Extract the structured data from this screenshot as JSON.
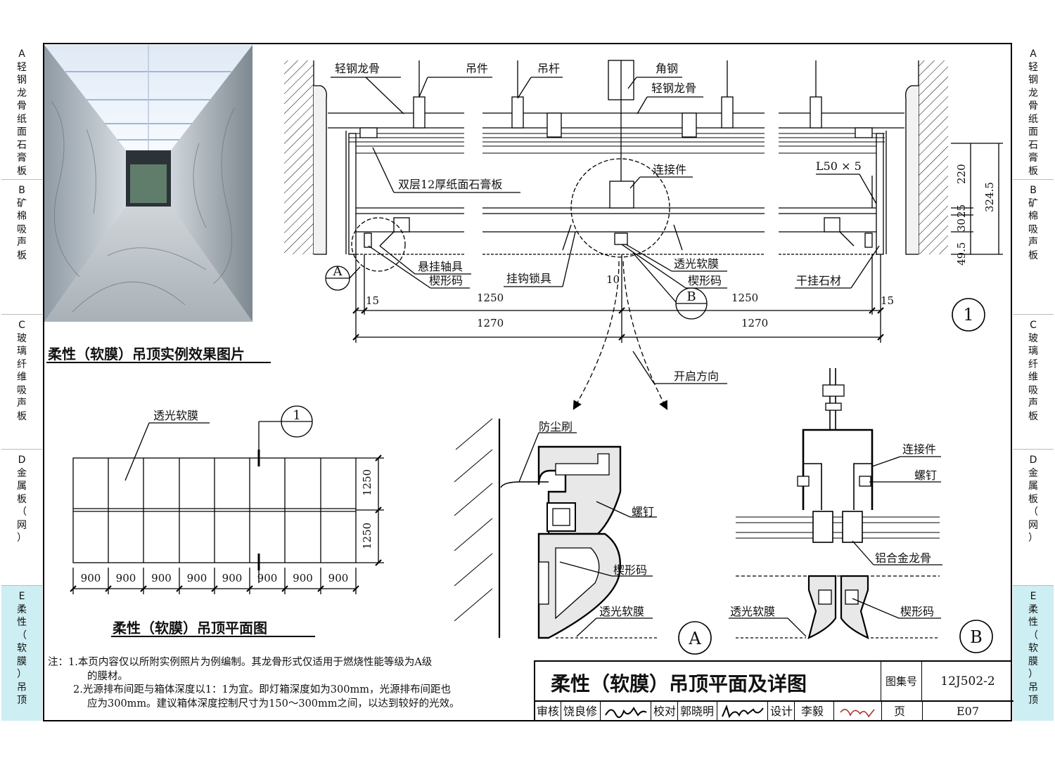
{
  "side_left": [
    {
      "letter": "A",
      "text": "轻钢龙骨纸面石膏板",
      "highlight": false
    },
    {
      "letter": "B",
      "text": "矿棉吸声板",
      "highlight": false
    },
    {
      "letter": "C",
      "text": "玻璃纤维吸声板",
      "highlight": false
    },
    {
      "letter": "D",
      "text": "金属板（网）",
      "highlight": false
    },
    {
      "letter": "E",
      "text": "柔性（软膜）吊顶",
      "highlight": true
    }
  ],
  "photo_title": "柔性（软膜）吊顶实例效果图片",
  "plan_title": "柔性（软膜）吊顶平面图",
  "section": {
    "labels": {
      "light_keel_1": "轻钢龙骨",
      "hanger_part": "吊件",
      "hanger_rod": "吊杆",
      "angle_steel": "角钢",
      "light_keel_2": "轻钢龙骨",
      "gypsum": "双层12厚纸面石膏板",
      "connector": "连接件",
      "angle_size": "L50 × 5",
      "hang_bearing": "悬挂轴具",
      "wedge_1": "楔形码",
      "hook_lock": "挂钩锁具",
      "membrane": "透光软膜",
      "wedge_2": "楔形码",
      "dry_stone": "干挂石材",
      "open_dir": "开启方向"
    },
    "dims": {
      "d15a": "15",
      "d1250a": "1250",
      "d10": "10",
      "d1250b": "1250",
      "d15b": "15",
      "d1270a": "1270",
      "d1270b": "1270",
      "v220": "220",
      "v25": "25",
      "v30": "30",
      "v49": "49.5",
      "v324": "324.5"
    },
    "callout_a": "A",
    "callout_b": "B",
    "section_no": "1"
  },
  "plan": {
    "membrane_label": "透光软膜",
    "section_mark": "1",
    "col_dims": [
      "900",
      "900",
      "900",
      "900",
      "900",
      "900",
      "900",
      "900"
    ],
    "row_dims": [
      "1250",
      "1250"
    ]
  },
  "detail_a": {
    "label_dust": "防尘刷",
    "label_screw": "螺钉",
    "label_wedge": "楔形码",
    "label_membrane": "透光软膜",
    "tag": "A"
  },
  "detail_b": {
    "label_connector": "连接件",
    "label_screw": "螺钉",
    "label_alu": "铝合金龙骨",
    "label_membrane": "透光软膜",
    "label_wedge": "楔形码",
    "tag": "B"
  },
  "notes": {
    "prefix": "注：",
    "line1": "1.本页内容仅以所附实例照片为例编制。其龙骨形式仅适用于燃烧性能等级为A级",
    "line1b": "的膜材。",
    "line2": "2.光源排布间距与箱体深度以1：1为宜。即灯箱深度如为300mm，光源排布间距也",
    "line2b": "应为300mm。建议箱体深度控制尺寸为150～300mm之间，以达到较好的光效。"
  },
  "titleblock": {
    "title": "柔性（软膜）吊顶平面及详图",
    "atlas_label": "图集号",
    "atlas_no": "12J502-2",
    "review_label": "审核",
    "reviewer": "饶良修",
    "check_label": "校对",
    "checker": "郭晓明",
    "design_label": "设计",
    "designer": "李毅",
    "page_label": "页",
    "page_no": "E07"
  }
}
